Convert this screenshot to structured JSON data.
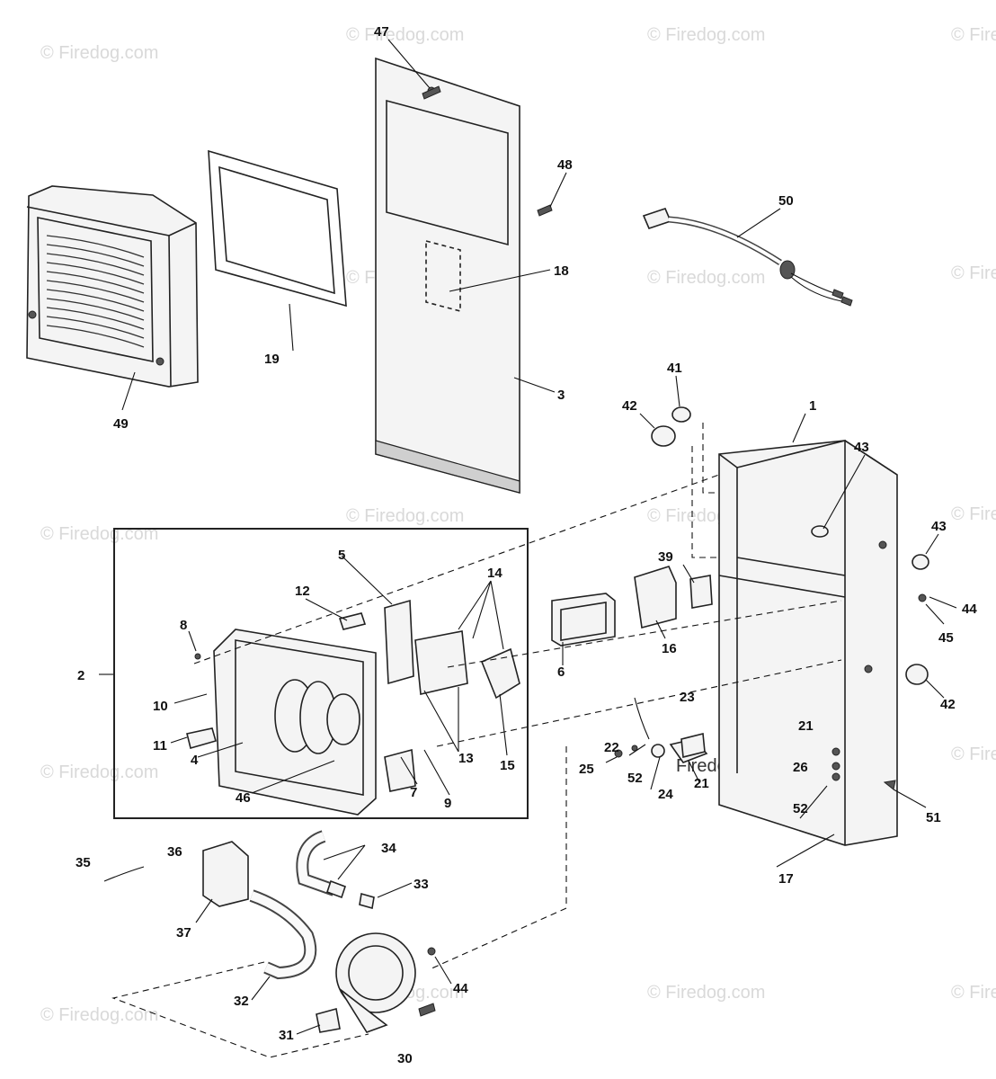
{
  "watermark": "© Firedog.com",
  "watermark_overlay": "Firedog.com",
  "callouts": {
    "p1": "1",
    "p2": "2",
    "p3": "3",
    "p4": "4",
    "p5": "5",
    "p6": "6",
    "p7": "7",
    "p8": "8",
    "p9": "9",
    "p10": "10",
    "p11": "11",
    "p12": "12",
    "p13": "13",
    "p14": "14",
    "p15": "15",
    "p16": "16",
    "p17": "17",
    "p18": "18",
    "p19": "19",
    "p21": "21",
    "p22": "22",
    "p23": "23",
    "p24": "24",
    "p25": "25",
    "p26": "26",
    "p30": "30",
    "p31": "31",
    "p32": "32",
    "p33": "33",
    "p34": "34",
    "p35": "35",
    "p36": "36",
    "p37": "37",
    "p39": "39",
    "p41": "41",
    "p42": "42",
    "p43": "43",
    "p44": "44",
    "p45": "45",
    "p46": "46",
    "p47": "47",
    "p48": "48",
    "p49": "49",
    "p50": "50",
    "p51": "51",
    "p52": "52"
  }
}
